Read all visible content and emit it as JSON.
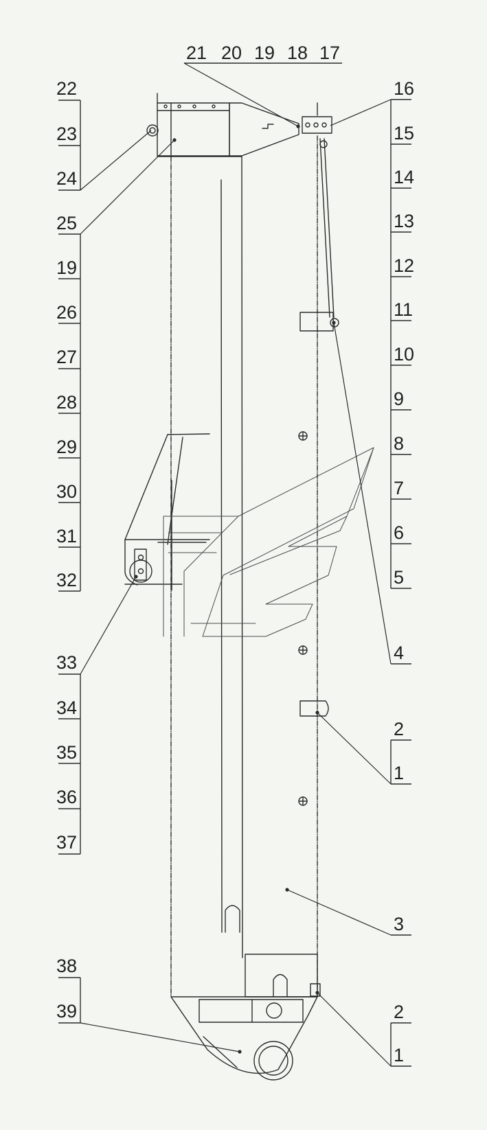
{
  "diagram": {
    "callouts_left": [
      "22",
      "23",
      "24",
      "25",
      "19",
      "26",
      "27",
      "28",
      "29",
      "30",
      "31",
      "32",
      "33",
      "34",
      "35",
      "36",
      "37",
      "38",
      "39"
    ],
    "callouts_top": [
      "21",
      "20",
      "19",
      "18",
      "17"
    ],
    "callouts_right": [
      "16",
      "15",
      "14",
      "13",
      "12",
      "11",
      "10",
      "9",
      "8",
      "7",
      "6",
      "5",
      "4",
      "2",
      "1",
      "3",
      "2",
      "1"
    ]
  },
  "colors": {
    "line": "#2a2a2a",
    "background": "#f4f7f1"
  }
}
